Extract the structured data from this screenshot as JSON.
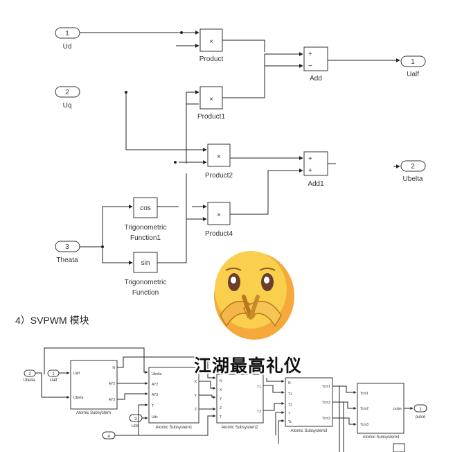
{
  "top_diagram": {
    "inports": [
      {
        "num": "1",
        "label": "Ud"
      },
      {
        "num": "2",
        "label": "Uq"
      },
      {
        "num": "3",
        "label": "Theata"
      }
    ],
    "outports": [
      {
        "num": "1",
        "label": "Ualf"
      },
      {
        "num": "2",
        "label": "Ubelta"
      }
    ],
    "product_symbol": "×",
    "products": [
      "Product",
      "Product1",
      "Product2",
      "Product4"
    ],
    "adds": [
      {
        "label": "Add",
        "signs": [
          "+",
          "−"
        ]
      },
      {
        "label": "Add1",
        "signs": [
          "+",
          "+"
        ]
      }
    ],
    "trig": [
      {
        "fn": "cos",
        "label1": "Trigonometric",
        "label2": "Function1"
      },
      {
        "fn": "sin",
        "label1": "Trigonometric",
        "label2": "Function"
      }
    ]
  },
  "caption": "4）SVPWM 模块",
  "sticker": {
    "text": "江湖最高礼仪"
  },
  "bottom_diagram": {
    "inports": [
      {
        "num": "2",
        "label": "Ubelta"
      },
      {
        "num": "1",
        "label": "Ualf"
      },
      {
        "num": "3",
        "label": "Udc"
      },
      {
        "num": "4",
        "label": ""
      }
    ],
    "outport": {
      "num": "1",
      "label": "pulse"
    },
    "subsystems": [
      {
        "label": "Atomic Subsystem",
        "in_ports": [
          "Ualf",
          "Ubelta"
        ],
        "out_ports": [
          "N",
          "AY2",
          "AY3"
        ]
      },
      {
        "label": "Atomic Subsystem1",
        "in_ports": [
          "Ubelta",
          "AY2",
          "AY3",
          "T",
          "Udc"
        ],
        "out_ports": [
          "X",
          "Y",
          "Z"
        ]
      },
      {
        "label": "Atomic Subsystem2",
        "in_ports": [
          "N",
          "X",
          "Y",
          "Z",
          "T"
        ],
        "out_ports": [
          "T1",
          "T2"
        ]
      },
      {
        "label": "Atomic Subsystem3",
        "in_ports": [
          "N",
          "T1",
          "T2",
          "T",
          "Ts"
        ],
        "out_ports": [
          "Tcm1",
          "Tcm2",
          "Tcm3"
        ]
      },
      {
        "label": "Atomic Subsystem4",
        "in_ports": [
          "Tcm1",
          "Tcm2",
          "Tcm3"
        ],
        "out_ports": [
          "pulse"
        ]
      }
    ]
  }
}
